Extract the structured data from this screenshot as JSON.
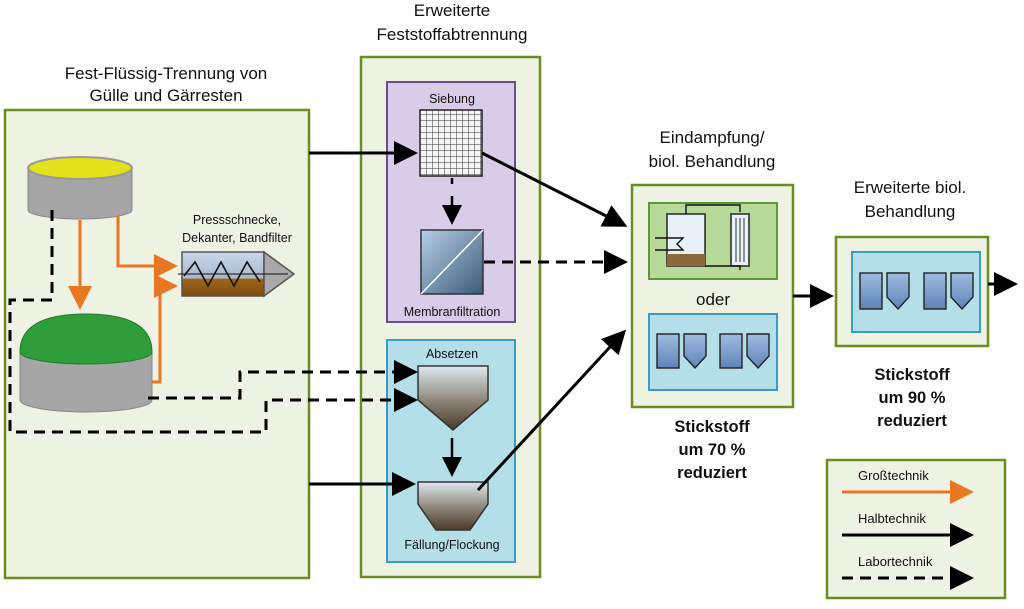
{
  "titles": {
    "separation_line1": "Fest-Flüssig-Trennung von",
    "separation_line2": "Gülle und Gärresten",
    "extended_line1": "Erweiterte",
    "extended_line2": "Feststoffabtrennung",
    "evap_line1": "Eindampfung/",
    "evap_line2": "biol. Behandlung",
    "bio_line1": "Erweiterte biol.",
    "bio_line2": "Behandlung"
  },
  "labels": {
    "press_line1": "Pressschnecke,",
    "press_line2": "Dekanter, Bandfilter",
    "siebung": "Siebung",
    "membran": "Membranfiltration",
    "absetzen": "Absetzen",
    "faellung": "Fällung/Flockung",
    "oder": "oder"
  },
  "results": {
    "r70_line1": "Stickstoff",
    "r70_line2": "um 70 %",
    "r70_line3": "reduziert",
    "r90_line1": "Stickstoff",
    "r90_line2": "um 90 %",
    "r90_line3": "reduziert"
  },
  "legend": {
    "gross": "Großtechnik",
    "halb": "Halbtechnik",
    "labor": "Labortechnik"
  },
  "colors": {
    "grosstechnik": "#e87722",
    "halbtechnik": "#000000",
    "labortechnik": "#000000",
    "box_border": "#6b8e23",
    "box_fill": "#eef2e2",
    "sieve_panel": "#d9cce8",
    "settle_panel": "#b4dfe9"
  }
}
